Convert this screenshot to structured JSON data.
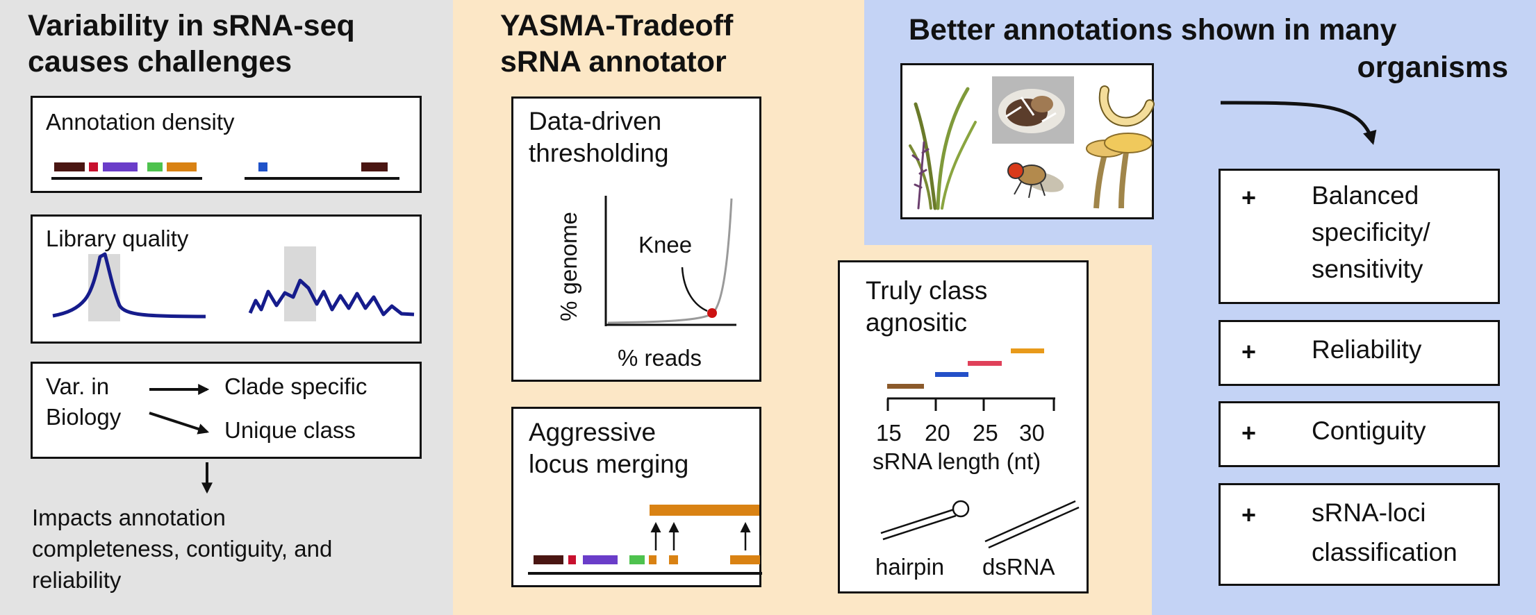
{
  "colors": {
    "left_bg": "#e3e3e3",
    "middle_bg": "#fce7c6",
    "right_bg": "#c4d3f5",
    "dark_brown": "#4a1612",
    "red": "#c8102e",
    "purple": "#6a3dc9",
    "green": "#4ec24e",
    "orange": "#d98213",
    "blue": "#1f52c9",
    "navy_line": "#161c8c",
    "knee_dot": "#cc1111",
    "curve_gray": "#9a9a9a",
    "shade": "#d9d9d9",
    "len_brown": "#8b5a2b",
    "len_blue": "#2450c8",
    "len_red": "#e0415a",
    "len_orange": "#e89a1a"
  },
  "left": {
    "title_line1": "Variability in sRNA-seq",
    "title_line2": "causes challenges",
    "density_label": "Annotation density",
    "quality_label": "Library quality",
    "var_line1": "Var. in",
    "var_line2": "Biology",
    "clade": "Clade specific",
    "unique": "Unique class",
    "impact_line1": "Impacts annotation",
    "impact_line2": "completeness, contiguity, and",
    "impact_line3": "reliability"
  },
  "middle": {
    "title_line1": "YASMA-Tradeoff",
    "title_line2": "sRNA annotator",
    "thresh_line1": "Data-driven",
    "thresh_line2": "thresholding",
    "y_axis": "% genome",
    "x_axis": "% reads",
    "knee": "Knee",
    "merge_line1": "Aggressive",
    "merge_line2": "locus merging",
    "agnostic_line1": "Truly class",
    "agnostic_line2": "agnositic",
    "length_ticks": [
      "15",
      "20",
      "25",
      "30"
    ],
    "length_axis": "sRNA length (nt)",
    "hairpin": "hairpin",
    "dsrna": "dsRNA"
  },
  "right": {
    "title_line1": "Better annotations shown in many",
    "title_line2": "organisms",
    "organisms": [
      "grass-plant",
      "mushroom-bee-photo",
      "worm",
      "fly",
      "mushrooms"
    ],
    "items": [
      {
        "plus": "+",
        "lines": [
          "Balanced",
          "specificity/",
          "sensitivity"
        ]
      },
      {
        "plus": "+",
        "lines": [
          "Reliability"
        ]
      },
      {
        "plus": "+",
        "lines": [
          "Contiguity"
        ]
      },
      {
        "plus": "+",
        "lines": [
          "sRNA-loci",
          "classification"
        ]
      }
    ]
  }
}
